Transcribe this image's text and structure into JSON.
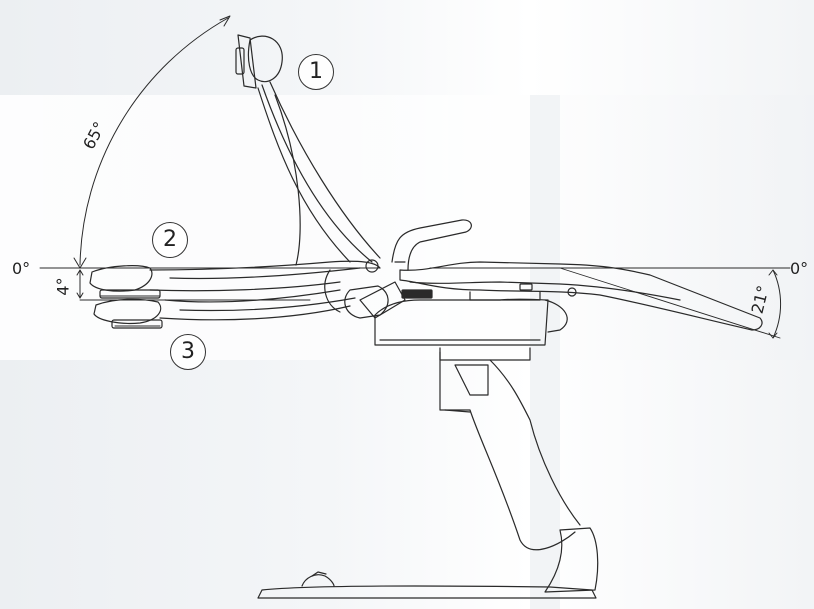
{
  "positions": [
    {
      "id": "1",
      "label": "1"
    },
    {
      "id": "2",
      "label": "2"
    },
    {
      "id": "3",
      "label": "3"
    }
  ],
  "angles": {
    "backrest_range": "65°",
    "zero_left": "0°",
    "backrest_tilt": "4°",
    "zero_right": "0°",
    "legrest_tilt": "21°"
  },
  "colors": {
    "line": "#2a2a2a",
    "background": "#f3f5f7"
  }
}
